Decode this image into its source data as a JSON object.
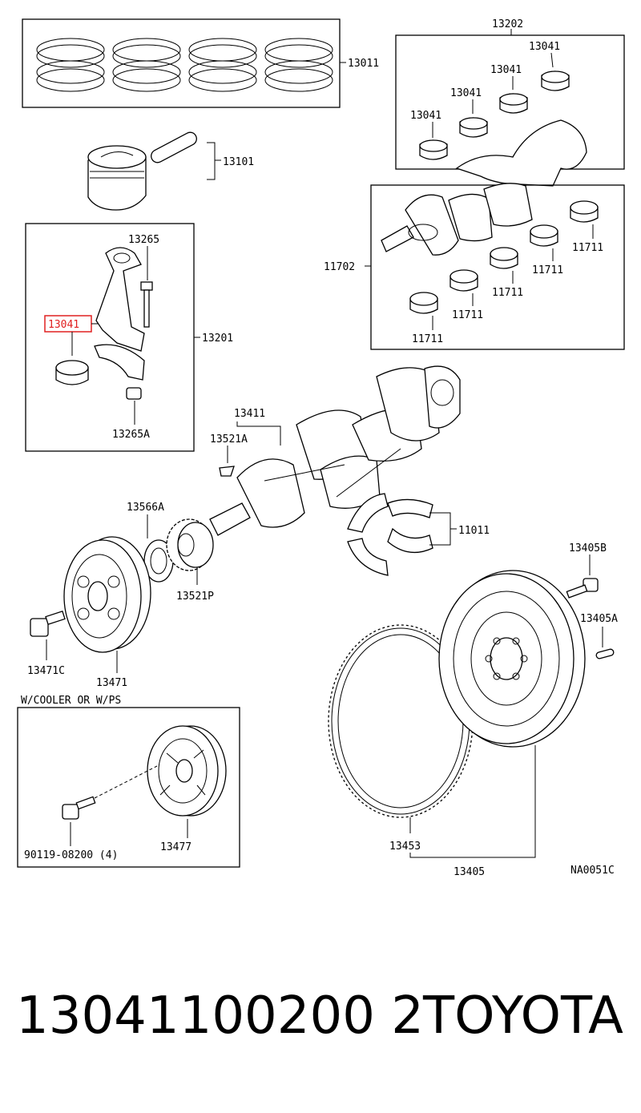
{
  "diagram": {
    "part_labels": {
      "rings": "13011",
      "piston": "13101",
      "bearing_set_main": "13202",
      "bearing_a": "13041",
      "bearing_b": "13041",
      "bearing_c": "13041",
      "bearing_d": "13041",
      "crankshaft_bearing_group": "11702",
      "bearing_11711_a": "11711",
      "bearing_11711_b": "11711",
      "bearing_11711_c": "11711",
      "bearing_11711_d": "11711",
      "bearing_11711_e": "11711",
      "con_rod_bolt": "13265",
      "con_rod_bearing_highlighted": "13041",
      "con_rod_assembly": "13201",
      "con_rod_nut": "13265A",
      "crankshaft": "13411",
      "key": "13521A",
      "sprocket_washer": "13566A",
      "thrust_washer": "11011",
      "timing_gear": "13521P",
      "flywheel_bolt": "13405B",
      "flywheel_pin": "13405A",
      "pulley_bolt": "13471C",
      "pulley": "13471",
      "pulley_option": "13477",
      "option_bolt": "90119-08200 (4)",
      "ring_gear": "13453",
      "flywheel": "13405",
      "diagram_code": "NA0051C"
    },
    "option_box_title": "W/COOLER OR W/PS",
    "highlight_color": "#e02020"
  },
  "footer": {
    "part_number": "13041100200 2",
    "brand": "TOYOTA"
  }
}
